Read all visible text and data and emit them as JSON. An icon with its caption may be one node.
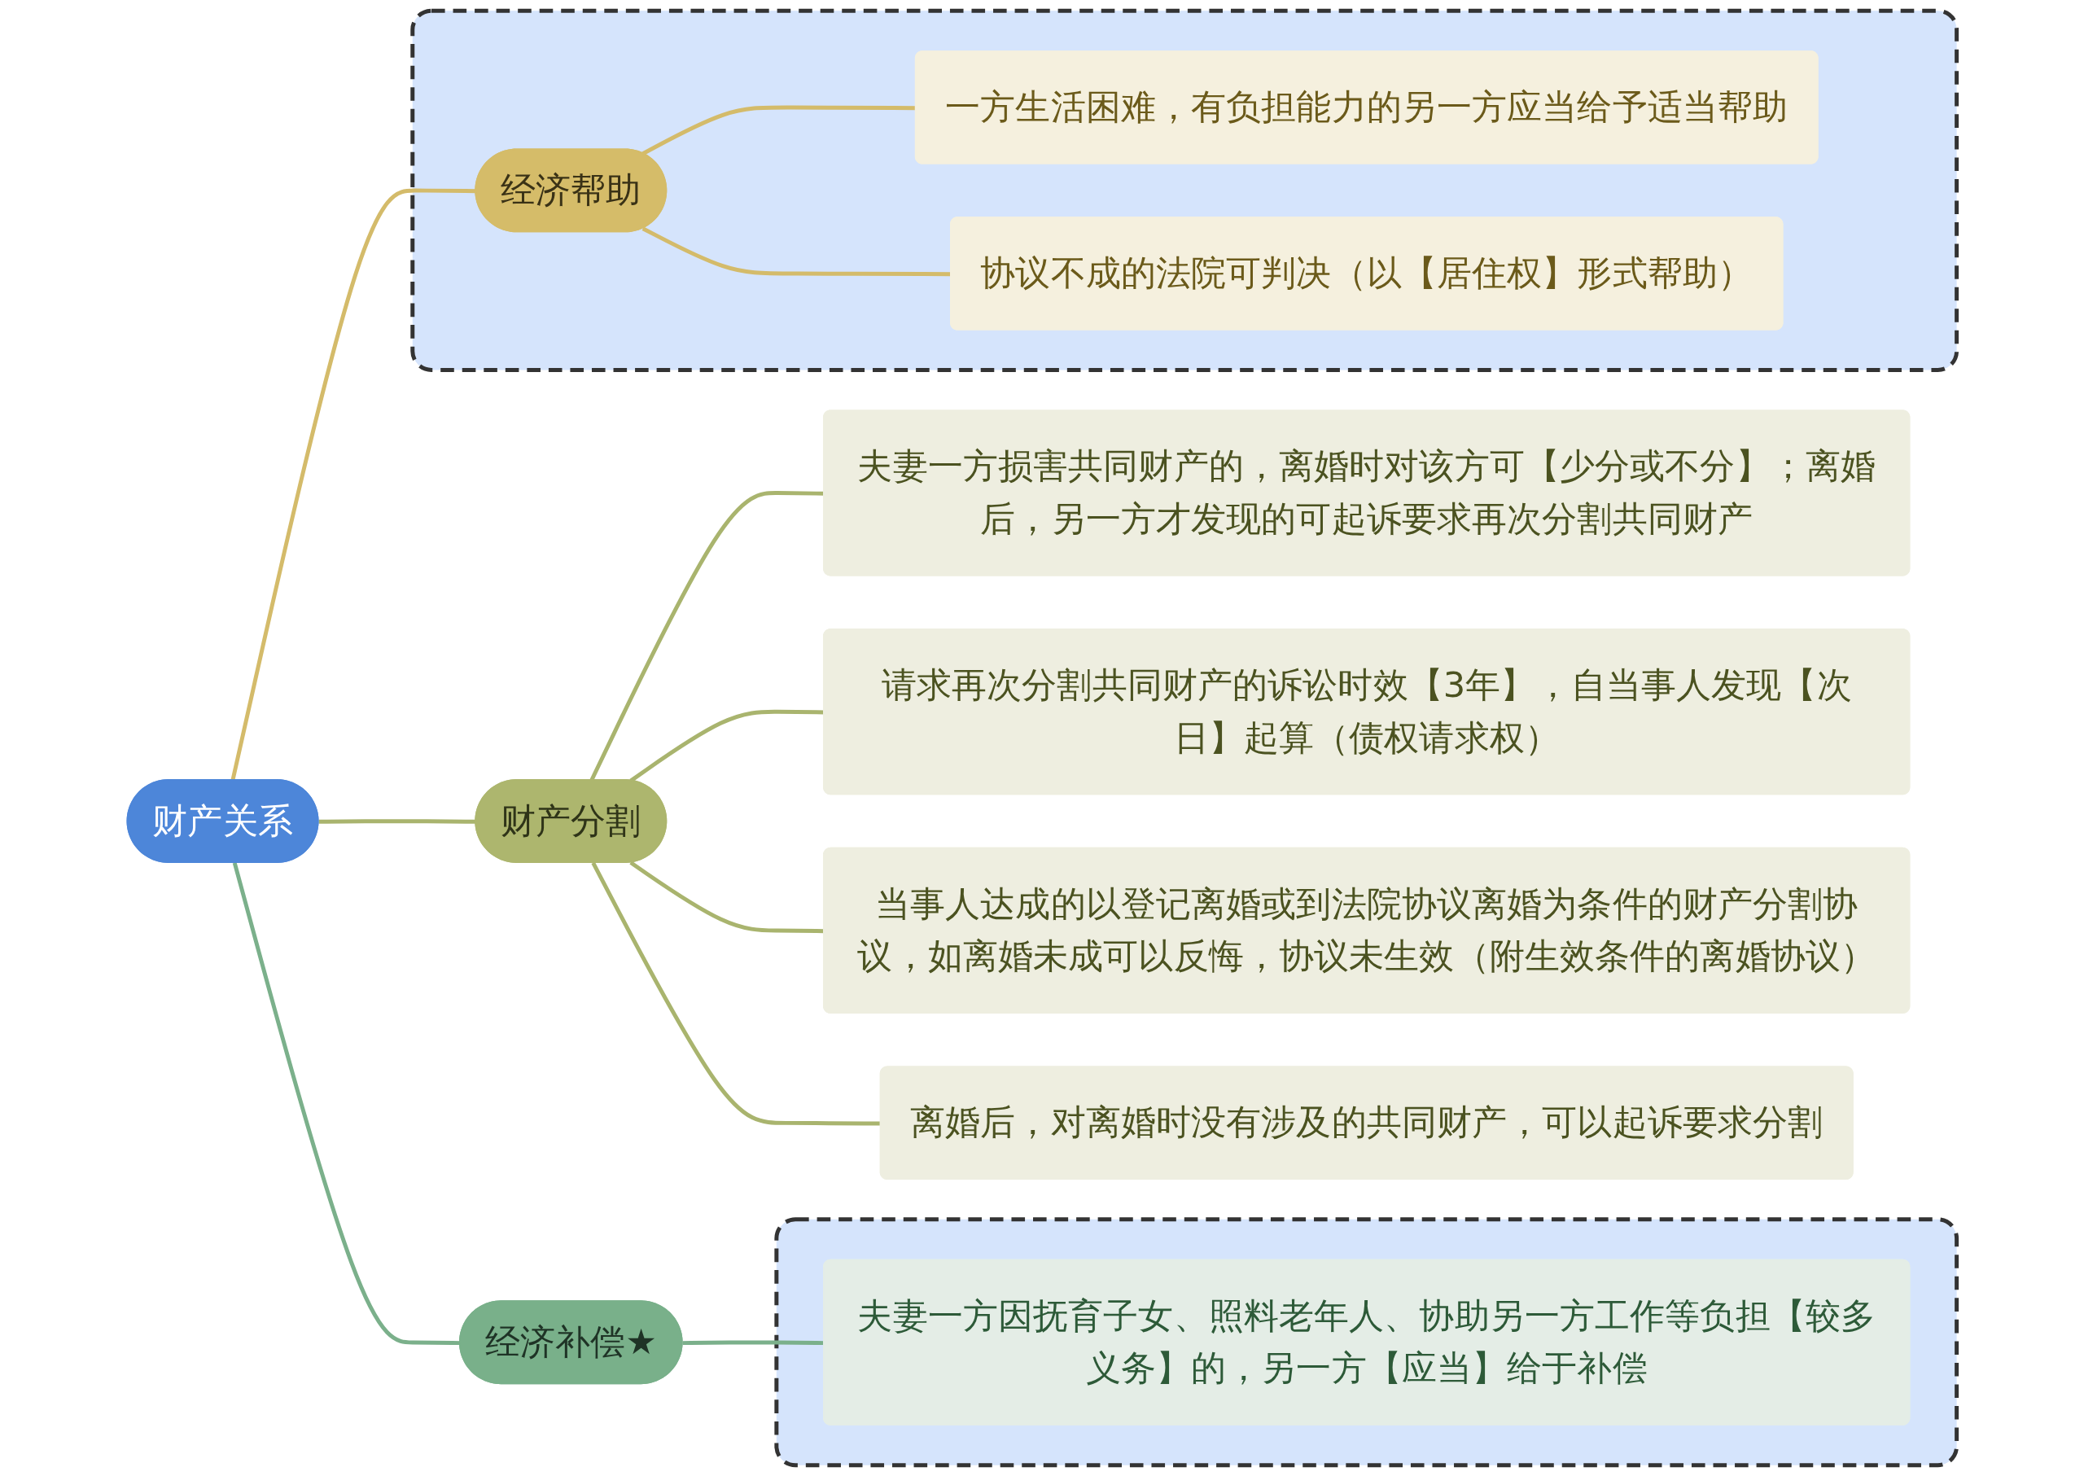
{
  "diagram": {
    "nodes": [
      {
        "text": [
          "财产关系"
        ]
      },
      {
        "text": [
          "经济补偿★"
        ]
      },
      {
        "text": [],
        "shape": "box"
      },
      {
        "text": [
          "夫妻一方因抚育子女、照料老年人、协助另一方工作等负担【较多义务】的，另一方【应当】给于补偿"
        ],
        "in": 2
      },
      {
        "text": [],
        "shape": "box"
      },
      {
        "text": [
          "经济帮助"
        ],
        "in": 4
      },
      {
        "text": [
          "一方生活困难，有负担能力的另一方应当给予适当帮助"
        ],
        "in": 4
      },
      {
        "text": [
          "协议不成的法院可判决（以【居住权】形式帮助）"
        ],
        "in": 4
      },
      {
        "text": [
          "财产分割"
        ]
      },
      {
        "text": [
          "夫妻一方损害共同财产的，离婚时对该方可【少分或不分】；离婚后，另一方才发现的可起诉要求再次分割共同财产"
        ]
      },
      {
        "text": [
          "请求再次分割共同财产的诉讼时效【3年】，自当事人发现【次日】起算（债权请求权）"
        ]
      },
      {
        "text": [
          "当事人达成的以登记离婚或到法院协议离婚为条件的财产分割协议，如离婚未成可以反悔，协议未生效（附生效条件的离婚协议）"
        ]
      },
      {
        "text": [
          "离婚后，对离婚时没有涉及的共同财产，可以起诉要求分割"
        ]
      }
    ],
    "edges": [
      {
        "from": 0,
        "to": 1,
        "arrow": "none",
        "color": "#7bb08b"
      },
      {
        "from": 1,
        "to": 3,
        "arrow": "none",
        "color": "#7bb08b"
      },
      {
        "from": 0,
        "to": 5,
        "arrow": "none",
        "color": "#d4bb6a"
      },
      {
        "from": 5,
        "to": 6,
        "arrow": "none",
        "color": "#d4bb6a"
      },
      {
        "from": 5,
        "to": 7,
        "arrow": "none",
        "color": "#d4bb6a"
      },
      {
        "from": 0,
        "to": 8,
        "arrow": "none"
      },
      {
        "from": 8,
        "to": 9,
        "arrow": "none"
      },
      {
        "from": 8,
        "to": 10,
        "arrow": "none"
      },
      {
        "from": 8,
        "to": 11,
        "arrow": "none"
      },
      {
        "from": 8,
        "to": 12,
        "arrow": "none"
      }
    ]
  }
}
